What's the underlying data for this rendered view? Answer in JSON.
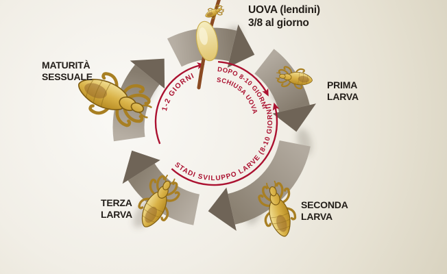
{
  "diagram": {
    "egg_note": {
      "line1": "UOVA (lendini)",
      "line2": "3/8 al giorno"
    },
    "stage_labels": {
      "prima": {
        "line1": "PRIMA",
        "line2": "LARVA"
      },
      "seconda": {
        "line1": "SECONDA",
        "line2": "LARVA"
      },
      "terza": {
        "line1": "TERZA",
        "line2": "LARVA"
      },
      "maturita": {
        "line1": "MATURITÀ",
        "line2": "SESSUALE"
      }
    },
    "cycle_annotations": {
      "adult_to_egg": "1-2 GIORNI",
      "egg_hatch_line1": "DOPO 8-10 GIORNI",
      "egg_hatch_line2": "SCHIUSA UOVA",
      "larva_development": "STADI SVILUPPO LARVE (8-10 GIORNI)"
    },
    "colors": {
      "background_beige": "#e6e1d2",
      "ring_gray": "#9c9184",
      "ring_arrowhead": "#6f6457",
      "annotation_red": "#ab1130",
      "label_text": "#221d18",
      "louse_gold": "#d9b247",
      "hair_brown": "#8a4a22"
    }
  }
}
